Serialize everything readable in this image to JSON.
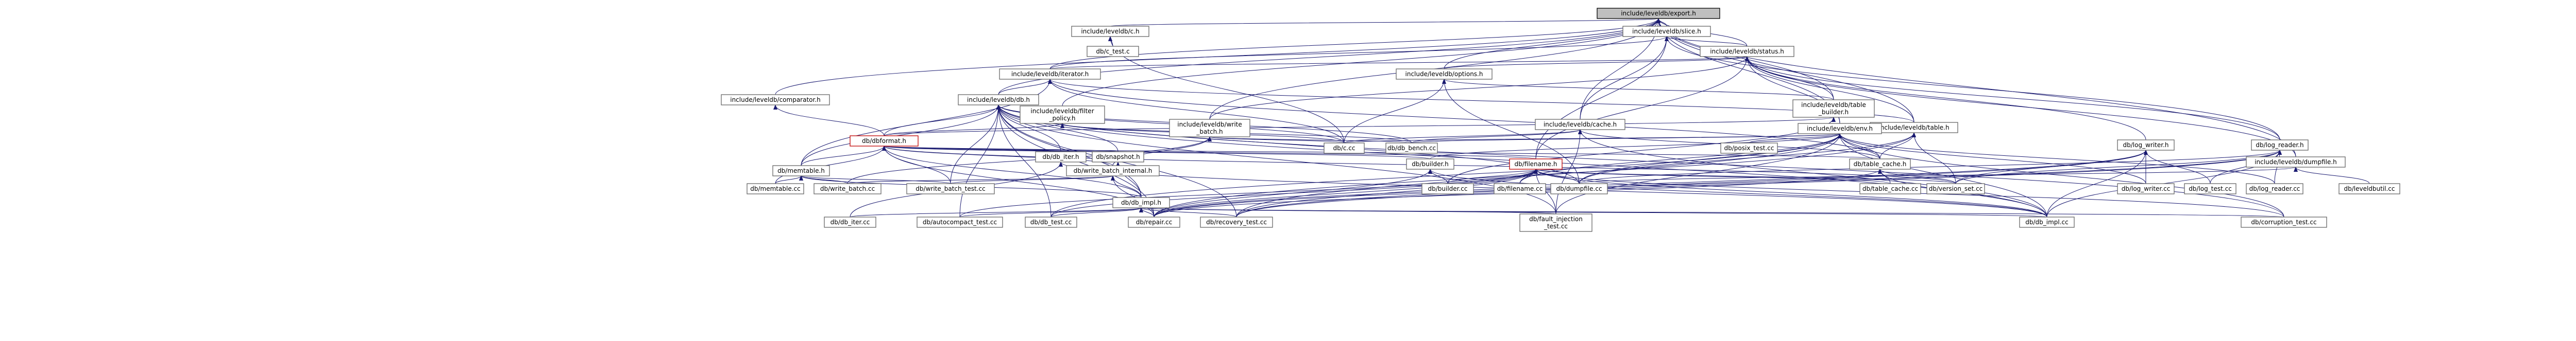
{
  "graph_title": "include/leveldb/export.h",
  "nodes": [
    {
      "id": "export",
      "label": "include/leveldb/export.h",
      "kind": "root"
    },
    {
      "id": "bits",
      "label": "include/leveldb/c.h",
      "kind": "header"
    },
    {
      "id": "slice",
      "label": "include/leveldb/slice.h",
      "kind": "header"
    },
    {
      "id": "status",
      "label": "include/leveldb/status.h",
      "kind": "header"
    },
    {
      "id": "iterator",
      "label": "include/leveldb/iterator.h",
      "kind": "header"
    },
    {
      "id": "options",
      "label": "include/leveldb/options.h",
      "kind": "header"
    },
    {
      "id": "comparator",
      "label": "include/leveldb/comparator.h",
      "kind": "header"
    },
    {
      "id": "db",
      "label": "include/leveldb/db.h",
      "kind": "header"
    },
    {
      "id": "filter",
      "label": "include/leveldb/filter\n_policy.h",
      "kind": "header"
    },
    {
      "id": "tablebuilder",
      "label": "include/leveldb/table\n_builder.h",
      "kind": "header"
    },
    {
      "id": "table",
      "label": "include/leveldb/table.h",
      "kind": "header"
    },
    {
      "id": "cache",
      "label": "include/leveldb/cache.h",
      "kind": "header"
    },
    {
      "id": "writebatch",
      "label": "include/leveldb/write\n_batch.h",
      "kind": "header"
    },
    {
      "id": "env",
      "label": "include/leveldb/env.h",
      "kind": "header"
    },
    {
      "id": "dumpfile",
      "label": "include/leveldb/dumpfile.h",
      "kind": "header"
    },
    {
      "id": "ctest",
      "label": "db/c_test.c",
      "kind": "source"
    },
    {
      "id": "dbformat",
      "label": "db/dbformat.h",
      "kind": "red"
    },
    {
      "id": "memtable",
      "label": "db/memtable.h",
      "kind": "header"
    },
    {
      "id": "dbiter",
      "label": "db/db_iter.h",
      "kind": "header"
    },
    {
      "id": "snapshot",
      "label": "db/snapshot.h",
      "kind": "header"
    },
    {
      "id": "wbinternal",
      "label": "db/write_batch_internal.h",
      "kind": "header"
    },
    {
      "id": "dbc",
      "label": "db/c.cc",
      "kind": "source"
    },
    {
      "id": "dbbench",
      "label": "db/db_bench.cc",
      "kind": "source"
    },
    {
      "id": "builderh",
      "label": "db/builder.h",
      "kind": "header"
    },
    {
      "id": "filenameh",
      "label": "db/filename.h",
      "kind": "red"
    },
    {
      "id": "leveldbutil",
      "label": "db/leveldbutil.cc",
      "kind": "source"
    },
    {
      "id": "envposix",
      "label": "db/posix_test.cc",
      "kind": "source"
    },
    {
      "id": "tablecacheh",
      "label": "db/table_cache.h",
      "kind": "header"
    },
    {
      "id": "logwriterh",
      "label": "db/log_writer.h",
      "kind": "header"
    },
    {
      "id": "logreaderh",
      "label": "db/log_reader.h",
      "kind": "header"
    },
    {
      "id": "dbimplh",
      "label": "db/db_impl.h",
      "kind": "header"
    },
    {
      "id": "memtablecc",
      "label": "db/memtable.cc",
      "kind": "source"
    },
    {
      "id": "wbcc",
      "label": "db/write_batch.cc",
      "kind": "source"
    },
    {
      "id": "wbtest",
      "label": "db/write_batch_test.cc",
      "kind": "source"
    },
    {
      "id": "buildercc",
      "label": "db/builder.cc",
      "kind": "source"
    },
    {
      "id": "filenamecc",
      "label": "db/filename.cc",
      "kind": "source"
    },
    {
      "id": "dumpfilecc",
      "label": "db/dumpfile.cc",
      "kind": "source"
    },
    {
      "id": "tablecachecc",
      "label": "db/table_cache.cc",
      "kind": "source"
    },
    {
      "id": "versionset",
      "label": "db/version_set.cc",
      "kind": "source"
    },
    {
      "id": "logwritercc",
      "label": "db/log_writer.cc",
      "kind": "source"
    },
    {
      "id": "logtest",
      "label": "db/log_test.cc",
      "kind": "source"
    },
    {
      "id": "logreadercc",
      "label": "db/log_reader.cc",
      "kind": "source"
    },
    {
      "id": "dbiterc",
      "label": "db/db_iter.cc",
      "kind": "source"
    },
    {
      "id": "autocompact",
      "label": "db/autocompact_test.cc",
      "kind": "source"
    },
    {
      "id": "dbtest",
      "label": "db/db_test.cc",
      "kind": "source"
    },
    {
      "id": "repair",
      "label": "db/repair.cc",
      "kind": "source"
    },
    {
      "id": "recovery",
      "label": "db/recovery_test.cc",
      "kind": "source"
    },
    {
      "id": "faultinj",
      "label": "db/fault_injection\n_test.cc",
      "kind": "source"
    },
    {
      "id": "dbimplcc",
      "label": "db/db_impl.cc",
      "kind": "source"
    },
    {
      "id": "corruption",
      "label": "db/corruption_test.cc",
      "kind": "source"
    }
  ],
  "edges": [
    [
      "bits",
      "export"
    ],
    [
      "slice",
      "export"
    ],
    [
      "status",
      "export"
    ],
    [
      "iterator",
      "export"
    ],
    [
      "options",
      "export"
    ],
    [
      "comparator",
      "export"
    ],
    [
      "db",
      "export"
    ],
    [
      "filter",
      "export"
    ],
    [
      "tablebuilder",
      "export"
    ],
    [
      "table",
      "export"
    ],
    [
      "cache",
      "export"
    ],
    [
      "writebatch",
      "export"
    ],
    [
      "env",
      "export"
    ],
    [
      "dumpfile",
      "export"
    ],
    [
      "ctest",
      "bits"
    ],
    [
      "dbc",
      "bits"
    ],
    [
      "status",
      "slice"
    ],
    [
      "iterator",
      "slice"
    ],
    [
      "cache",
      "slice"
    ],
    [
      "filenameh",
      "slice"
    ],
    [
      "logreaderh",
      "slice"
    ],
    [
      "iterator",
      "status"
    ],
    [
      "options",
      "status"
    ],
    [
      "tablebuilder",
      "status"
    ],
    [
      "table",
      "status"
    ],
    [
      "env",
      "status"
    ],
    [
      "writebatch",
      "status"
    ],
    [
      "dumpfile",
      "status"
    ],
    [
      "logwriterh",
      "status"
    ],
    [
      "logreaderh",
      "status"
    ],
    [
      "filenameh",
      "status"
    ],
    [
      "db",
      "iterator"
    ],
    [
      "table",
      "iterator"
    ],
    [
      "memtable",
      "iterator"
    ],
    [
      "dbc",
      "iterator"
    ],
    [
      "tablecacheh",
      "iterator"
    ],
    [
      "dbformat",
      "comparator"
    ],
    [
      "dbc",
      "options"
    ],
    [
      "tablebuilder",
      "options"
    ],
    [
      "dumpfilecc",
      "options"
    ],
    [
      "dbformat",
      "filter"
    ],
    [
      "dbc",
      "filter"
    ],
    [
      "dbbench",
      "filter"
    ],
    [
      "dbformat",
      "db"
    ],
    [
      "memtable",
      "db"
    ],
    [
      "dbiter",
      "db"
    ],
    [
      "snapshot",
      "db"
    ],
    [
      "dbimplh",
      "db"
    ],
    [
      "dbc",
      "db"
    ],
    [
      "dbbench",
      "db"
    ],
    [
      "dbtest",
      "db"
    ],
    [
      "repair",
      "db"
    ],
    [
      "recovery",
      "db"
    ],
    [
      "autocompact",
      "db"
    ],
    [
      "faultinj",
      "db"
    ],
    [
      "corruption",
      "db"
    ],
    [
      "dumpfilecc",
      "db"
    ],
    [
      "wbtest",
      "db"
    ],
    [
      "dbimplcc",
      "db"
    ],
    [
      "buildercc",
      "tablebuilder"
    ],
    [
      "dbformat",
      "tablebuilder"
    ],
    [
      "tablecacheh",
      "table"
    ],
    [
      "dumpfilecc",
      "table"
    ],
    [
      "repair",
      "table"
    ],
    [
      "versionset",
      "table"
    ],
    [
      "dbc",
      "cache"
    ],
    [
      "tablecacheh",
      "cache"
    ],
    [
      "dbbench",
      "cache"
    ],
    [
      "dbimplcc",
      "cache"
    ],
    [
      "faultinj",
      "cache"
    ],
    [
      "wbinternal",
      "writebatch"
    ],
    [
      "dbc",
      "writebatch"
    ],
    [
      "dbbench",
      "writebatch"
    ],
    [
      "wbcc",
      "writebatch"
    ],
    [
      "dbc",
      "env"
    ],
    [
      "dbbench",
      "env"
    ],
    [
      "builderh",
      "env"
    ],
    [
      "filenamecc",
      "env"
    ],
    [
      "dumpfilecc",
      "env"
    ],
    [
      "envposix",
      "env"
    ],
    [
      "logwritercc",
      "env"
    ],
    [
      "logreadercc",
      "env"
    ],
    [
      "faultinj",
      "env"
    ],
    [
      "dbimplcc",
      "env"
    ],
    [
      "recovery",
      "env"
    ],
    [
      "tablecacheh",
      "env"
    ],
    [
      "dbtest",
      "env"
    ],
    [
      "corruption",
      "env"
    ],
    [
      "leveldbutil",
      "dumpfile"
    ],
    [
      "dumpfilecc",
      "dumpfile"
    ],
    [
      "memtable",
      "dbformat"
    ],
    [
      "dbiter",
      "dbformat"
    ],
    [
      "snapshot",
      "dbformat"
    ],
    [
      "wbinternal",
      "dbformat"
    ],
    [
      "builderh",
      "dbformat"
    ],
    [
      "filenameh",
      "dbformat"
    ],
    [
      "tablecacheh",
      "dbformat"
    ],
    [
      "dbimplh",
      "dbformat"
    ],
    [
      "memtablecc",
      "dbformat"
    ],
    [
      "wbtest",
      "dbformat"
    ],
    [
      "versionset",
      "dbformat"
    ],
    [
      "repair",
      "dbformat"
    ],
    [
      "memtablecc",
      "memtable"
    ],
    [
      "wbcc",
      "memtable"
    ],
    [
      "wbtest",
      "memtable"
    ],
    [
      "dbimplh",
      "memtable"
    ],
    [
      "dbiterc",
      "dbiter"
    ],
    [
      "dbimplcc",
      "dbiter"
    ],
    [
      "dbimplh",
      "snapshot"
    ],
    [
      "wbcc",
      "wbinternal"
    ],
    [
      "wbtest",
      "wbinternal"
    ],
    [
      "dbimplh",
      "wbinternal"
    ],
    [
      "repair",
      "wbinternal"
    ],
    [
      "buildercc",
      "builderh"
    ],
    [
      "dbimplcc",
      "builderh"
    ],
    [
      "repair",
      "builderh"
    ],
    [
      "filenamecc",
      "filenameh"
    ],
    [
      "buildercc",
      "filenameh"
    ],
    [
      "dumpfilecc",
      "filenameh"
    ],
    [
      "tablecachecc",
      "filenameh"
    ],
    [
      "versionset",
      "filenameh"
    ],
    [
      "dbimplcc",
      "filenameh"
    ],
    [
      "repair",
      "filenameh"
    ],
    [
      "dbtest",
      "filenameh"
    ],
    [
      "recovery",
      "filenameh"
    ],
    [
      "corruption",
      "filenameh"
    ],
    [
      "faultinj",
      "filenameh"
    ],
    [
      "autocompact",
      "filenameh"
    ],
    [
      "tablecachecc",
      "tablecacheh"
    ],
    [
      "versionset",
      "tablecacheh"
    ],
    [
      "dbimplcc",
      "tablecacheh"
    ],
    [
      "repair",
      "tablecacheh"
    ],
    [
      "logwritercc",
      "logwriterh"
    ],
    [
      "logtest",
      "logwriterh"
    ],
    [
      "dbimplcc",
      "logwriterh"
    ],
    [
      "repair",
      "logwriterh"
    ],
    [
      "versionset",
      "logwriterh"
    ],
    [
      "recovery",
      "logwriterh"
    ],
    [
      "logreadercc",
      "logreaderh"
    ],
    [
      "logtest",
      "logreaderh"
    ],
    [
      "dbimplcc",
      "logreaderh"
    ],
    [
      "repair",
      "logreaderh"
    ],
    [
      "versionset",
      "logreaderh"
    ],
    [
      "dumpfilecc",
      "logreaderh"
    ],
    [
      "recovery",
      "logreaderh"
    ],
    [
      "dbimplcc",
      "dbimplh"
    ],
    [
      "dbtest",
      "dbimplh"
    ],
    [
      "autocompact",
      "dbimplh"
    ],
    [
      "repair",
      "dbimplh"
    ],
    [
      "recovery",
      "dbimplh"
    ],
    [
      "faultinj",
      "dbimplh"
    ],
    [
      "corruption",
      "dbimplh"
    ],
    [
      "dbiterc",
      "dbimplh"
    ]
  ]
}
